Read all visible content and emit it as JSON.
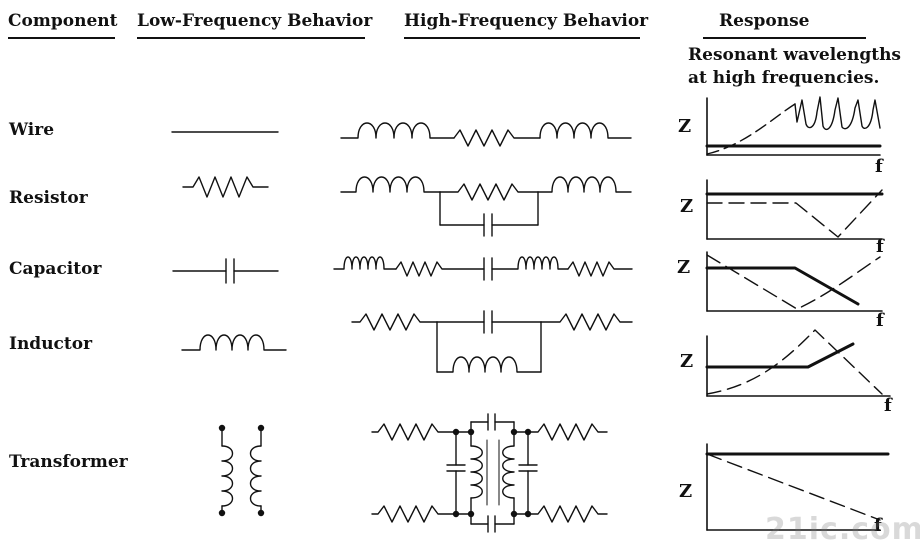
{
  "headers": {
    "component": "Component",
    "low": "Low-Frequency Behavior",
    "high": "High-Frequency Behavior",
    "response": "Response"
  },
  "response_note": "Resonant wavelengths at high frequencies.",
  "rows": [
    {
      "label": "Wire"
    },
    {
      "label": "Resistor"
    },
    {
      "label": "Capacitor"
    },
    {
      "label": "Inductor"
    },
    {
      "label": "Transformer"
    }
  ],
  "axis": {
    "y": "Z",
    "x": "f"
  },
  "watermark": "21ic.com"
}
